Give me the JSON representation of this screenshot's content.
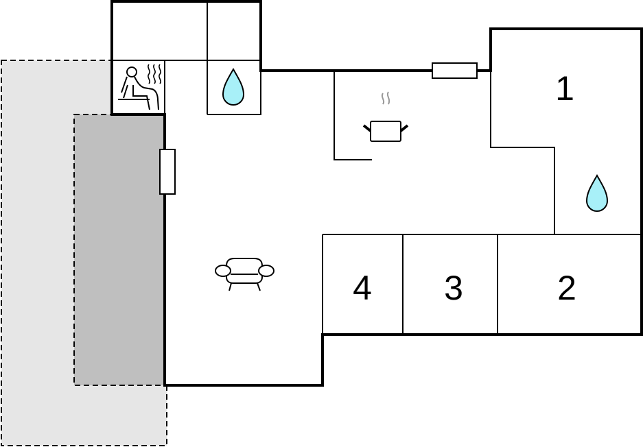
{
  "title": "Floor plan",
  "rooms": [
    {
      "label": "1",
      "type": "bedroom"
    },
    {
      "label": "2",
      "type": "bedroom"
    },
    {
      "label": "3",
      "type": "bedroom"
    },
    {
      "label": "4",
      "type": "bedroom"
    }
  ],
  "icons": [
    "sauna-icon",
    "water-drop-icon",
    "cooking-pot-icon",
    "sofa-icon"
  ],
  "colors": {
    "terrace": "#e6e6e6",
    "covered_area": "#bfbfbf",
    "water": "#a8f0f8",
    "steam": "#999999"
  }
}
